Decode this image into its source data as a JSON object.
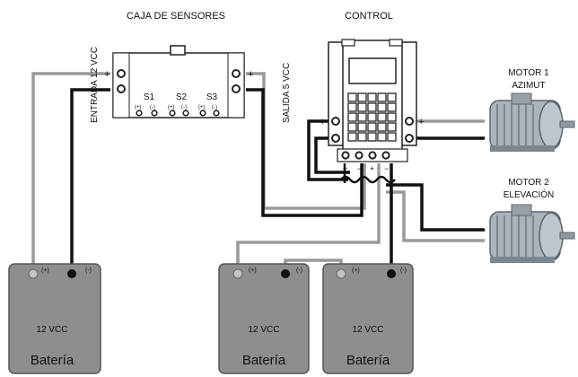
{
  "titles": {
    "sensor_box": "CAJA DE SENSORES",
    "control": "CONTROL"
  },
  "sensor_box": {
    "input_label": "ENTRADA 12 VCC",
    "output_label": "SALIDA 5 VCC",
    "sensors": [
      "S1",
      "S2",
      "S3"
    ],
    "plus": "+",
    "minus": "−"
  },
  "motors": [
    {
      "line1": "MOTOR 1",
      "line2": "AZIMUT"
    },
    {
      "line1": "MOTOR 2",
      "line2": "ELEVACIÓN"
    }
  ],
  "batteries": [
    {
      "voltage": "12 VCC",
      "name": "Batería",
      "pos": "(+)",
      "neg": "(-)"
    },
    {
      "voltage": "12 VCC",
      "name": "Batería",
      "pos": "(+)",
      "neg": "(-)"
    },
    {
      "voltage": "12 VCC",
      "name": "Batería",
      "pos": "(+)",
      "neg": "(-)"
    }
  ],
  "colors": {
    "battery_fill": "#8e8e8e",
    "wire_gray": "#9a9a9a",
    "wire_black": "#111111",
    "motor_gray": "#a9b4bd"
  }
}
